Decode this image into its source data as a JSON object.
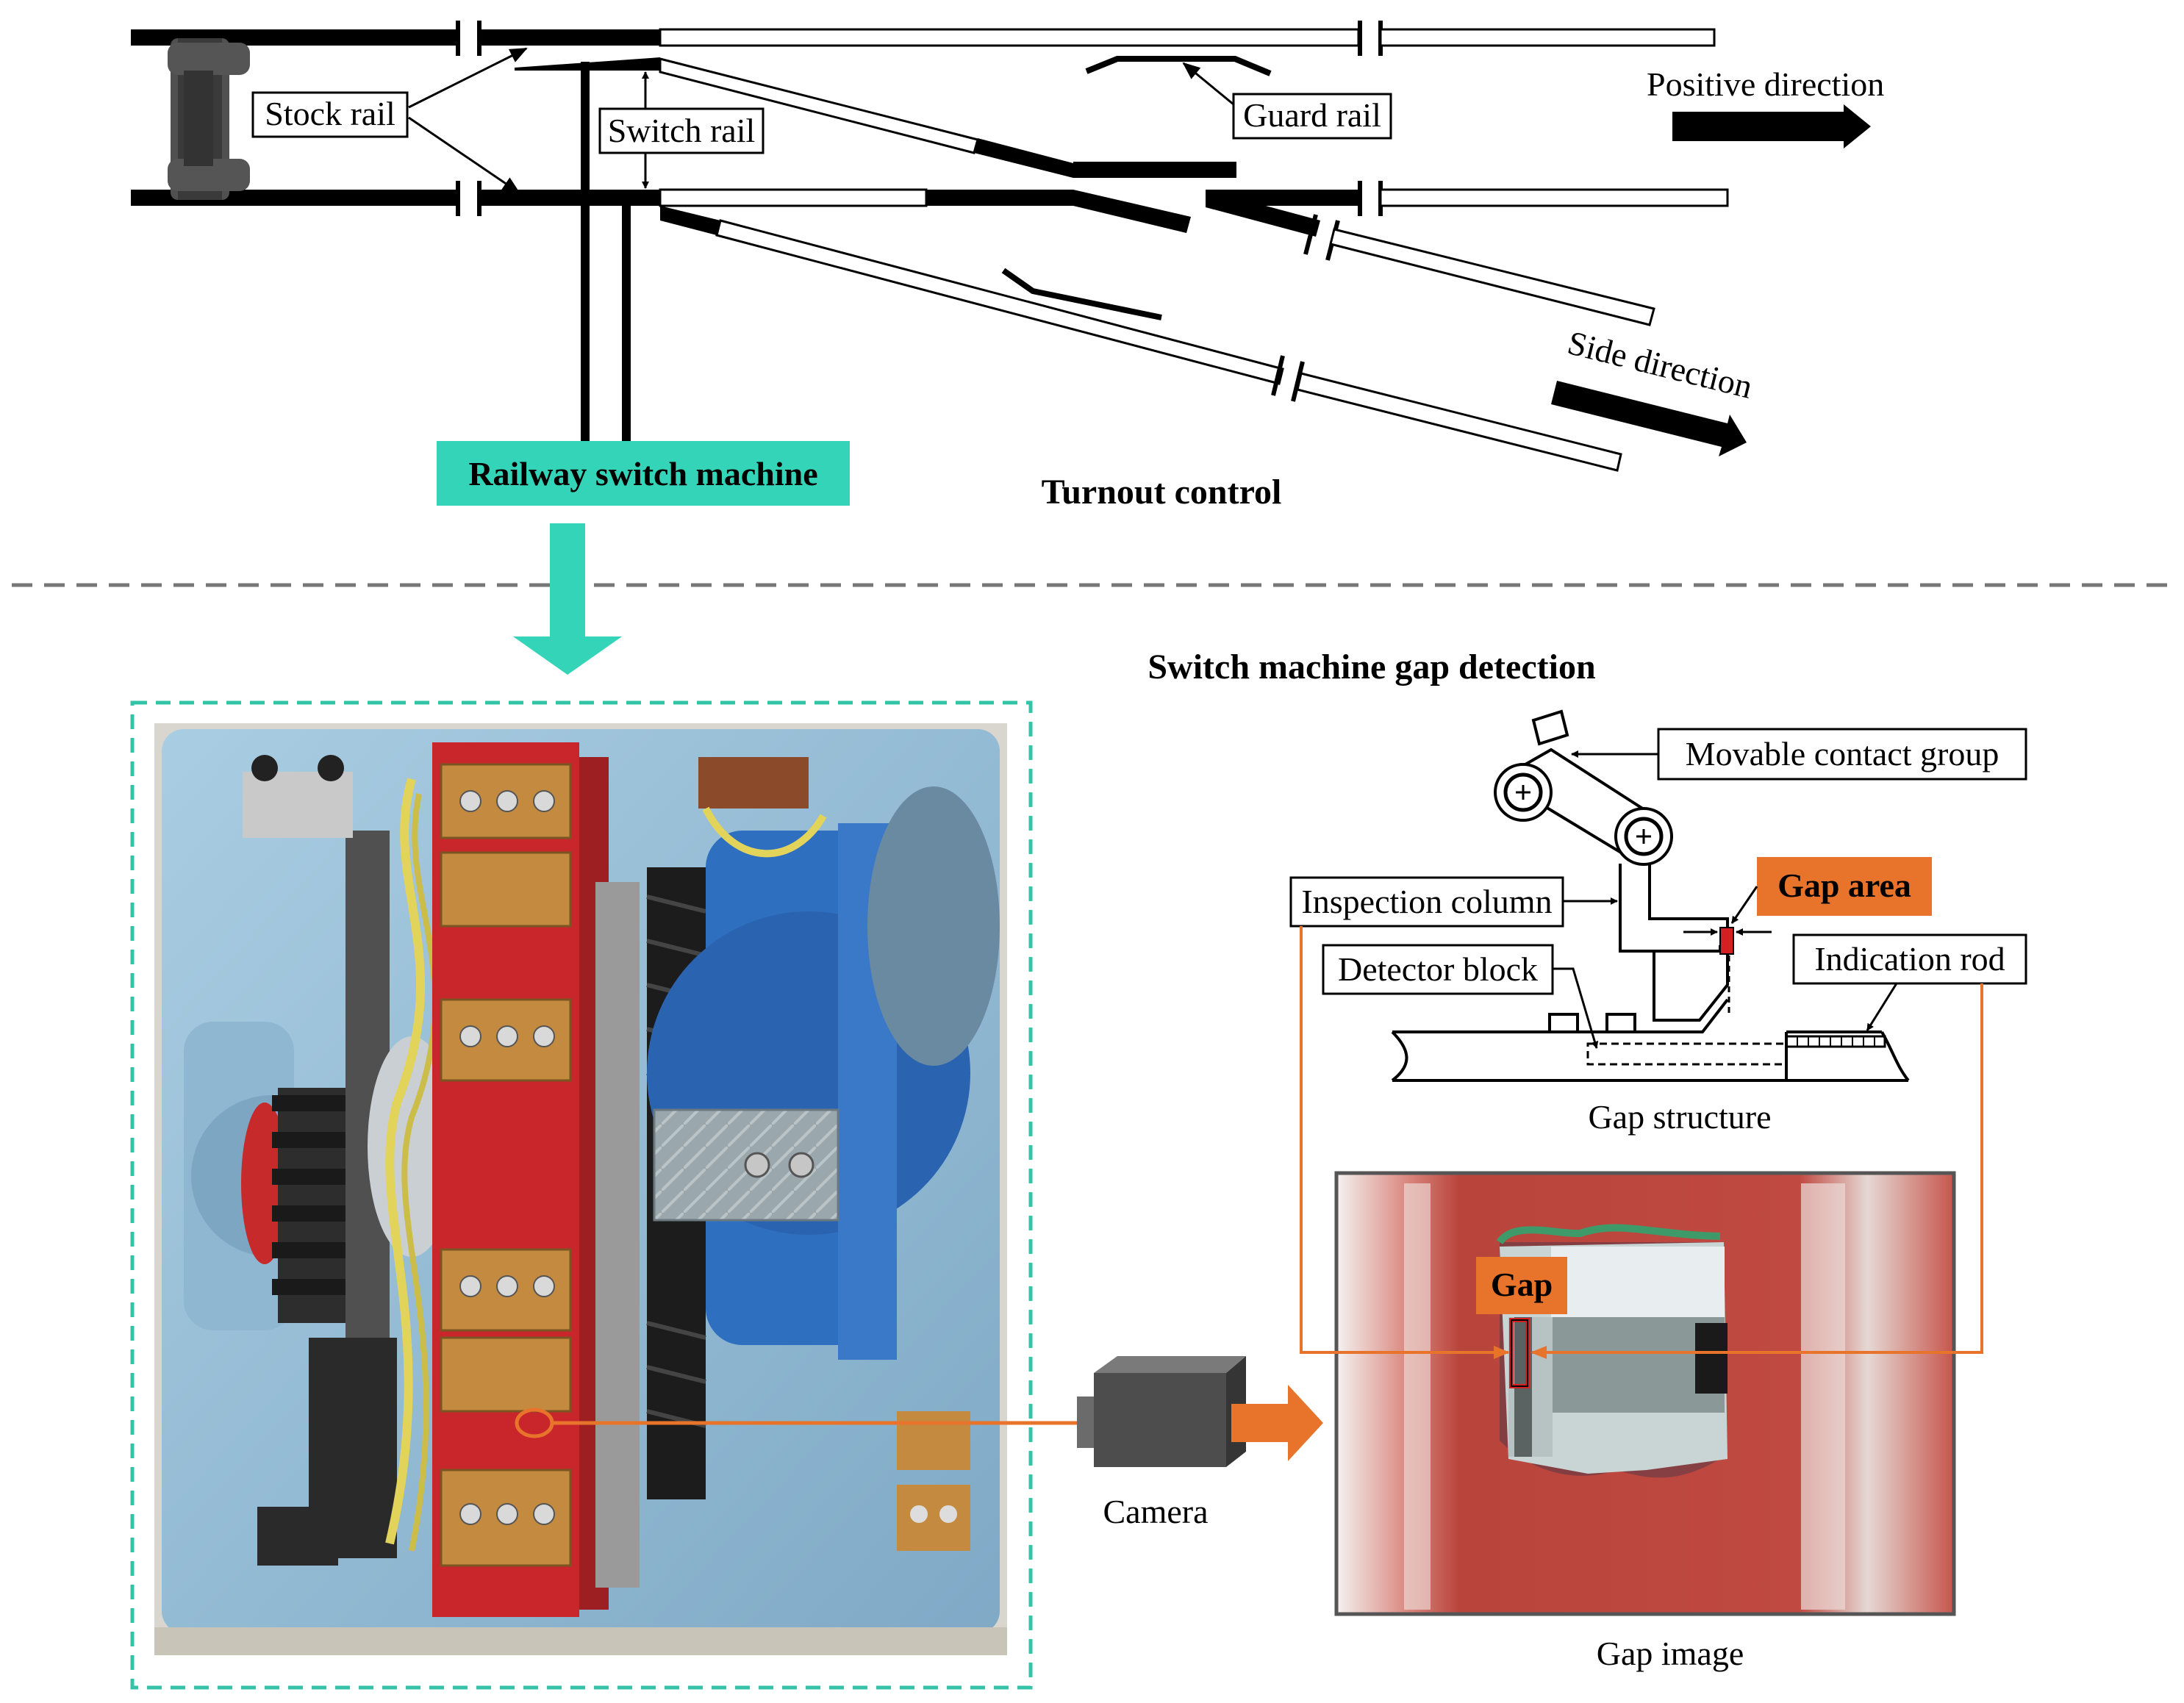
{
  "turnout": {
    "title": "Turnout control",
    "labels": {
      "stock_rail": "Stock rail",
      "switch_rail": "Switch rail",
      "guard_rail": "Guard rail",
      "positive_direction": "Positive direction",
      "side_direction": "Side direction"
    },
    "machine_label": "Railway switch machine"
  },
  "gap_detection": {
    "title": "Switch machine gap detection",
    "structure": {
      "movable_contact_group": "Movable contact group",
      "gap_area": "Gap area",
      "inspection_column": "Inspection column",
      "indication_rod": "Indication rod",
      "detector_block": "Detector block",
      "caption": "Gap structure"
    },
    "image": {
      "gap_label": "Gap",
      "caption": "Gap image"
    },
    "camera_label": "Camera"
  },
  "colors": {
    "accent_teal": "#33d4b8",
    "accent_orange": "#e8742c",
    "gap_red": "#d42020",
    "machine_blue": "#2f6fc0",
    "machine_red": "#c8262a",
    "machine_housing": "#9ec3da",
    "photo_red": "#c24a42"
  }
}
